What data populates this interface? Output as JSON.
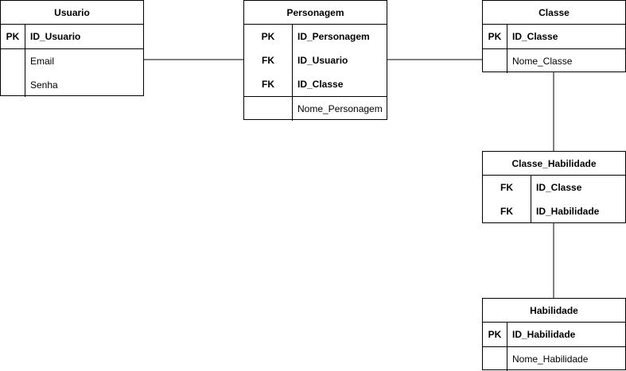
{
  "colors": {
    "stroke": "#000000",
    "background": "#ffffff"
  },
  "entities": {
    "usuario": {
      "title": "Usuario",
      "key_rows": [
        {
          "key": "PK",
          "field": "ID_Usuario"
        }
      ],
      "attr_rows": [
        {
          "key": "",
          "field": "Email"
        },
        {
          "key": "",
          "field": "Senha"
        }
      ]
    },
    "personagem": {
      "title": "Personagem",
      "key_rows": [
        {
          "key": "PK",
          "field": "ID_Personagem"
        },
        {
          "key": "FK",
          "field": "ID_Usuario"
        },
        {
          "key": "FK",
          "field": "ID_Classe"
        }
      ],
      "attr_rows": [
        {
          "key": "",
          "field": "Nome_Personagem"
        }
      ]
    },
    "classe": {
      "title": "Classe",
      "key_rows": [
        {
          "key": "PK",
          "field": "ID_Classe"
        }
      ],
      "attr_rows": [
        {
          "key": "",
          "field": "Nome_Classe"
        }
      ]
    },
    "classe_habilidade": {
      "title": "Classe_Habilidade",
      "key_rows": [
        {
          "key": "FK",
          "field": "ID_Classe"
        },
        {
          "key": "FK",
          "field": "ID_Habilidade"
        }
      ],
      "attr_rows": []
    },
    "habilidade": {
      "title": "Habilidade",
      "key_rows": [
        {
          "key": "PK",
          "field": "ID_Habilidade"
        }
      ],
      "attr_rows": [
        {
          "key": "",
          "field": "Nome_Habilidade"
        }
      ]
    }
  },
  "relationships": [
    {
      "from": "usuario",
      "to": "personagem"
    },
    {
      "from": "personagem",
      "to": "classe"
    },
    {
      "from": "classe",
      "to": "classe_habilidade"
    },
    {
      "from": "classe_habilidade",
      "to": "habilidade"
    }
  ]
}
